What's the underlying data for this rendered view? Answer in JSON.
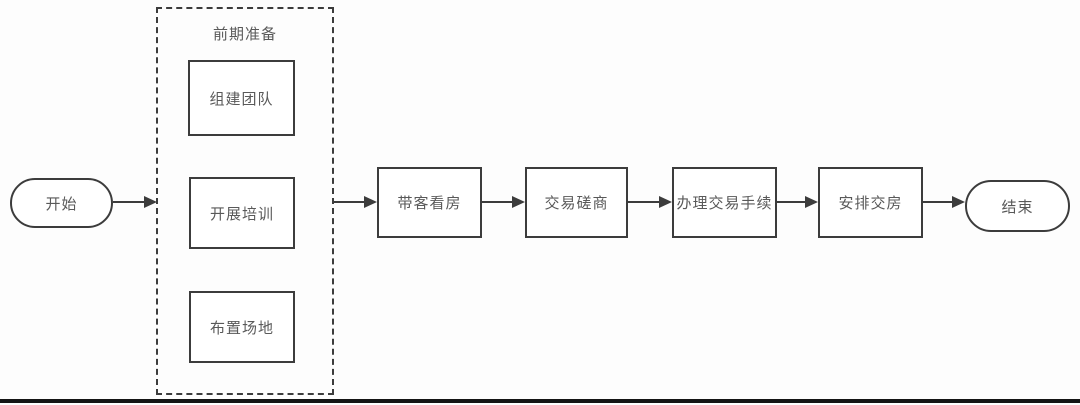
{
  "diagram": {
    "type": "flowchart",
    "start": {
      "label": "开始",
      "shape": "stadium"
    },
    "group": {
      "title": "前期准备",
      "steps": [
        {
          "label": "组建团队"
        },
        {
          "label": "开展培训"
        },
        {
          "label": "布置场地"
        }
      ]
    },
    "flow": [
      {
        "label": "带客看房"
      },
      {
        "label": "交易磋商"
      },
      {
        "label": "办理交易手续"
      },
      {
        "label": "安排交房"
      }
    ],
    "end": {
      "label": "结束",
      "shape": "stadium"
    },
    "connections": [
      "开始 -> 前期准备",
      "前期准备 -> 带客看房",
      "带客看房 -> 交易磋商",
      "交易磋商 -> 办理交易手续",
      "办理交易手续 -> 安排交房",
      "安排交房 -> 结束"
    ],
    "colors": {
      "bg": "#fdfdfd",
      "line": "#3c3c3c",
      "text": "#595959",
      "node_bg": "#ffffff",
      "bottom_bar": "#141414"
    }
  }
}
